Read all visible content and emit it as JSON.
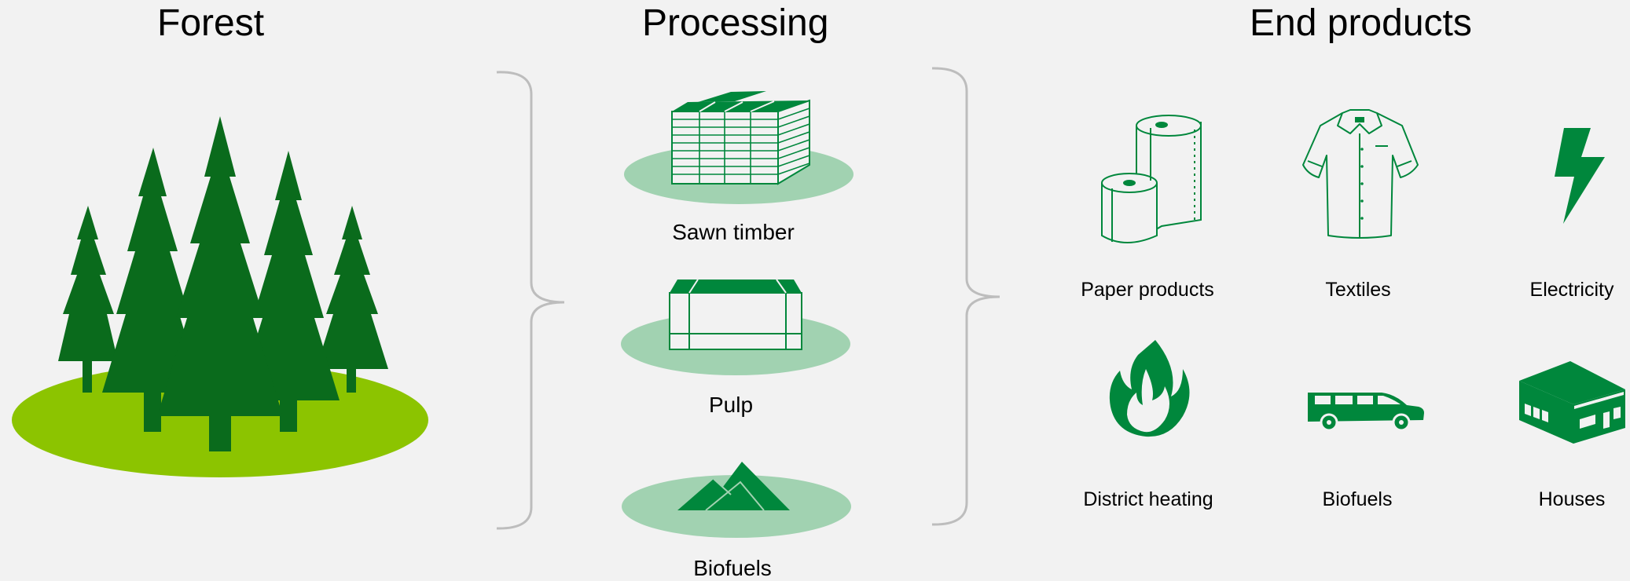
{
  "headings": {
    "forest": "Forest",
    "processing": "Processing",
    "end_products": "End products"
  },
  "processing": {
    "items": [
      {
        "label": "Sawn timber",
        "icon": "lumber-stack-icon"
      },
      {
        "label": "Pulp",
        "icon": "pulp-bale-icon"
      },
      {
        "label": "Biofuels",
        "icon": "woodchip-pile-icon"
      }
    ]
  },
  "end_products": {
    "items": [
      {
        "label": "Paper products",
        "icon": "paper-rolls-icon"
      },
      {
        "label": "Textiles",
        "icon": "shirt-icon"
      },
      {
        "label": "Electricity",
        "icon": "lightning-bolt-icon"
      },
      {
        "label": "District heating",
        "icon": "flame-icon"
      },
      {
        "label": "Biofuels",
        "icon": "car-icon"
      },
      {
        "label": "Houses",
        "icon": "house-icon"
      }
    ]
  },
  "colors": {
    "background": "#f2f2f2",
    "tree_green": "#0a6b1c",
    "grass_green": "#8cc400",
    "icon_green": "#00873c",
    "ellipse_green": "#a1d2b1",
    "bracket_gray": "#bdbdbd"
  }
}
